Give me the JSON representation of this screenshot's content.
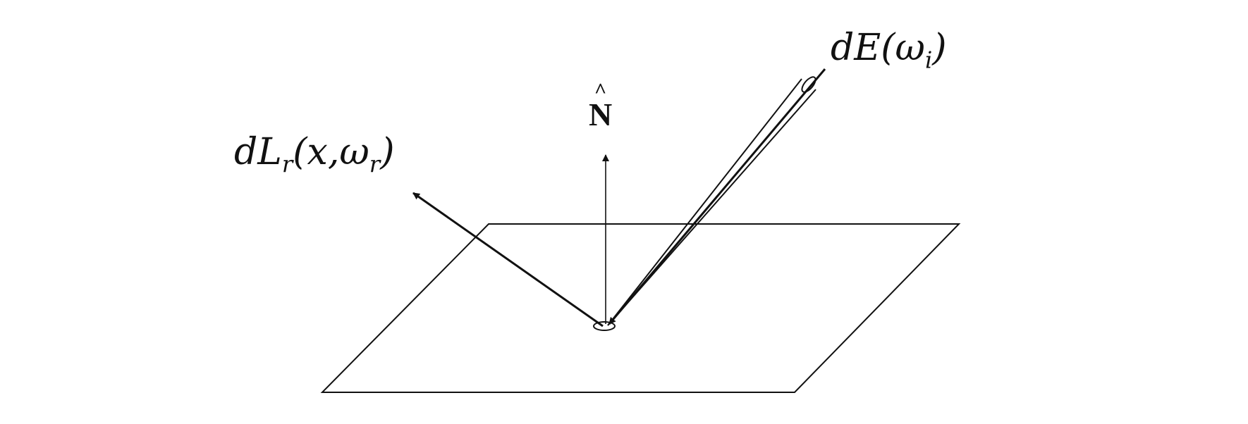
{
  "labels": {
    "irradiance": {
      "text": "dE(",
      "var": "ω",
      "sub": "i",
      "close": ")"
    },
    "radiance": {
      "text": "dL",
      "sub": "r",
      "args": "(x,ω",
      "sub2": "r",
      "close": ")"
    },
    "normal": {
      "hat": "^",
      "text": "N"
    }
  },
  "colors": {
    "ink": "#111111",
    "background": "#ffffff"
  }
}
